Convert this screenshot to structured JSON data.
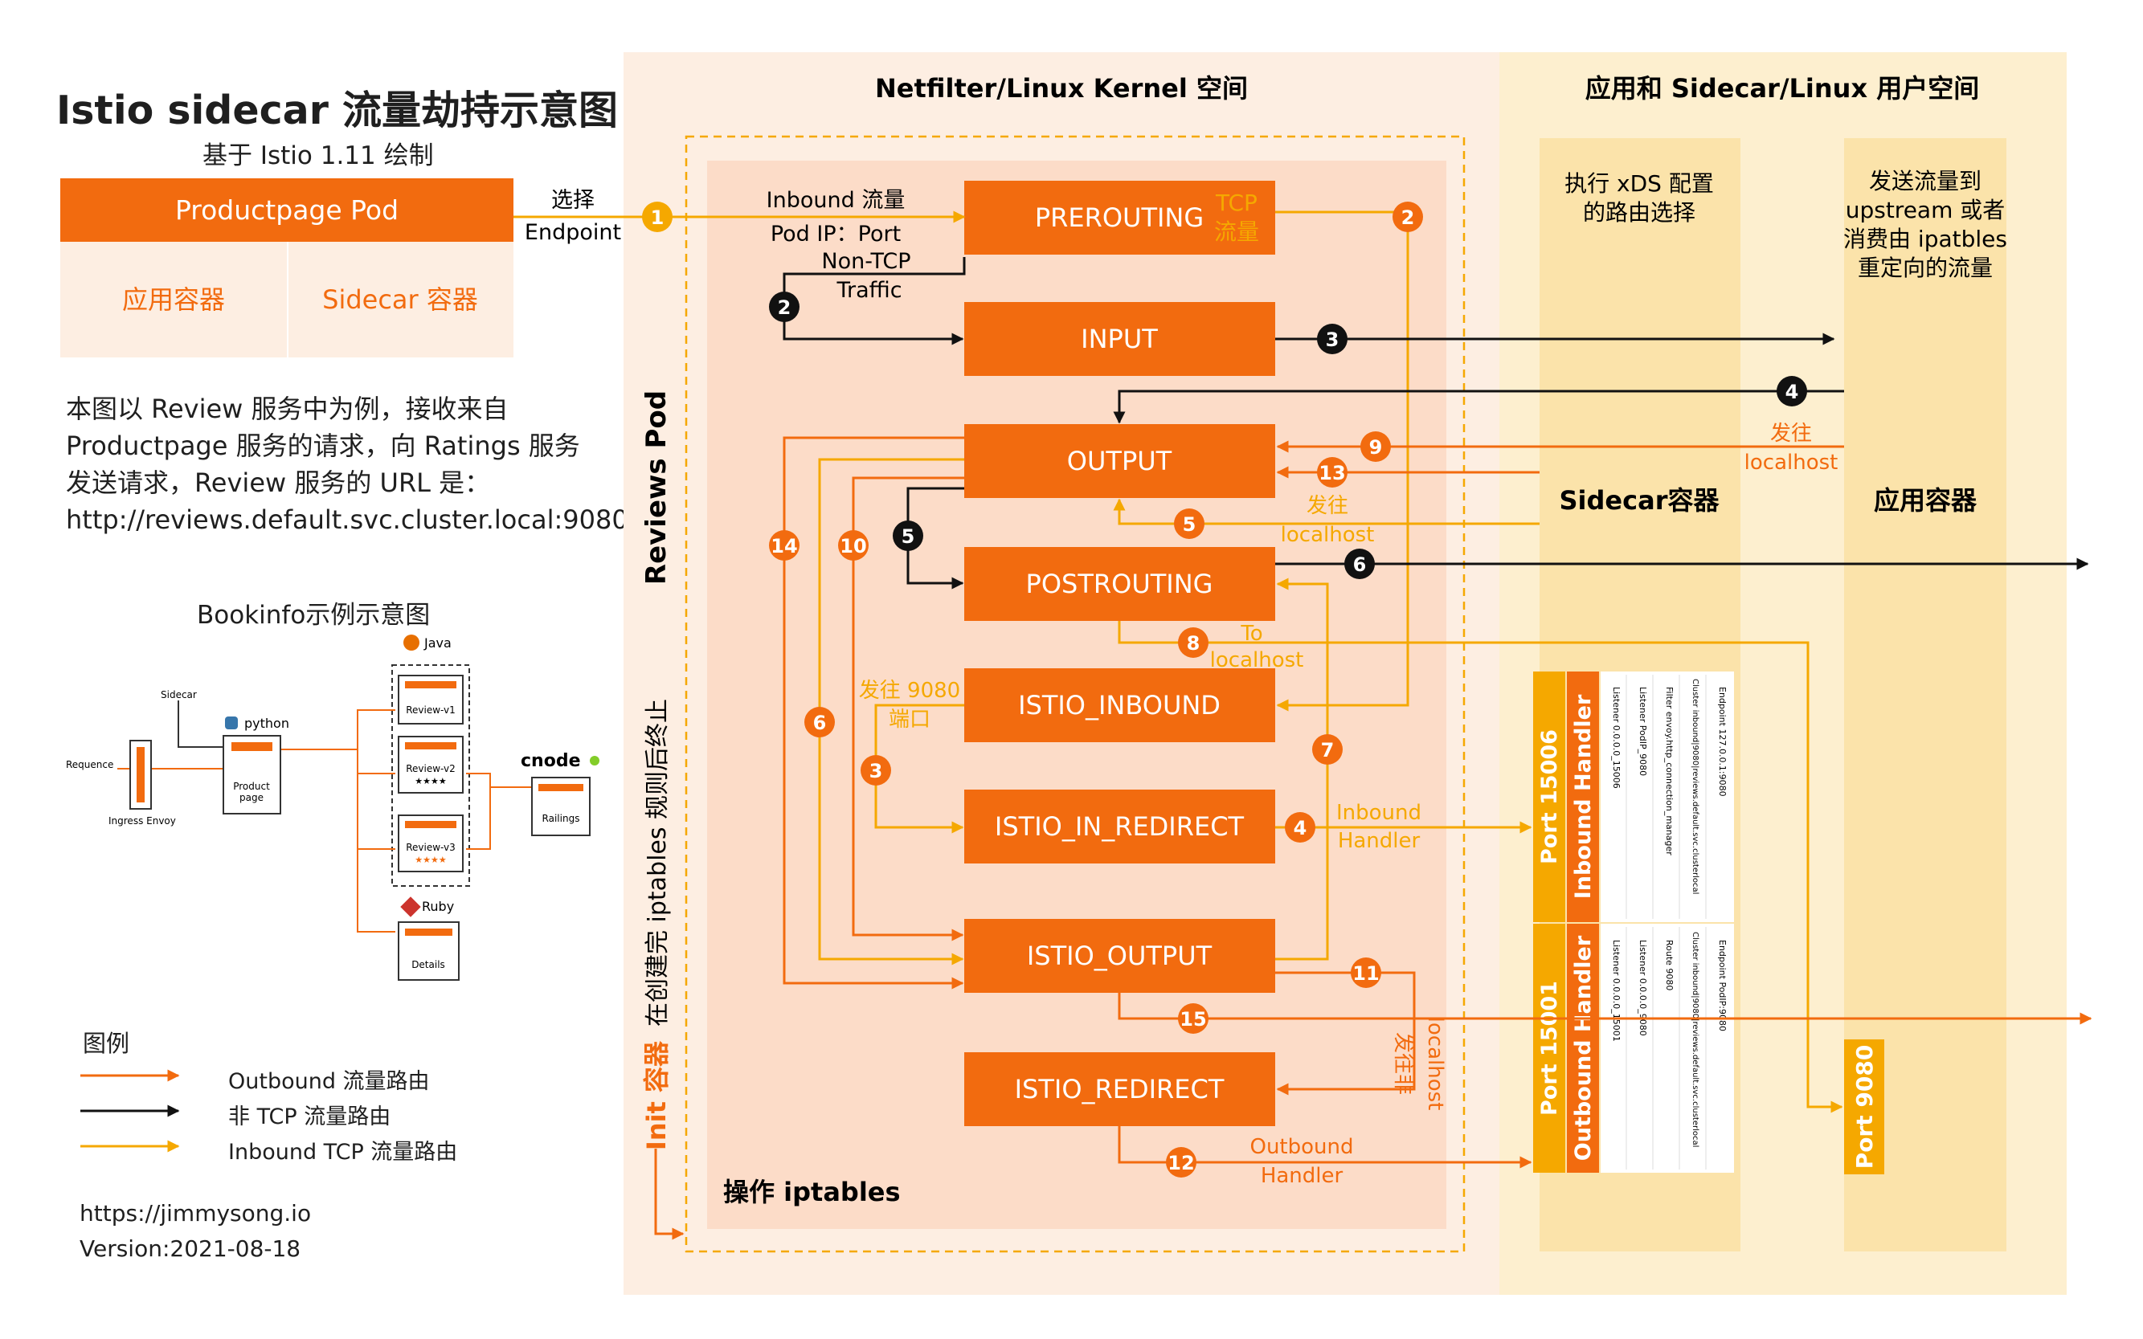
{
  "title": "Istio sidecar 流量劫持示意图",
  "subtitle": "基于 Istio 1.11 绘制",
  "productpage": {
    "pod_label": "Productpage Pod",
    "app_container": "应用容器",
    "sidecar_container": "Sidecar 容器",
    "select_endpoint": [
      "选择",
      "Endpoint"
    ]
  },
  "intro_lines": [
    "本图以 Review 服务中为例，接收来自",
    "Productpage 服务的请求，向 Ratings 服务",
    "发送请求，Review 服务的 URL 是：",
    "http://reviews.default.svc.cluster.local:9080/"
  ],
  "bookinfo": {
    "title": "Bookinfo示例示意图",
    "labels": {
      "requence": "Requence",
      "ingress": "Ingress Envoy",
      "sidecar": "Sidecar",
      "python": "python",
      "productpage": [
        "Product",
        "page"
      ],
      "java": "Java",
      "ruby": "Ruby",
      "review_v1": "Review-v1",
      "review_v2": "Review-v2",
      "review_v3": "Review-v3",
      "details": "Details",
      "node": "cnode",
      "ratings": "Railings",
      "stars": "★★★★"
    }
  },
  "legend": {
    "title": "图例",
    "items": [
      {
        "label": "Outbound 流量路由",
        "color": "#f26b0f"
      },
      {
        "label": "非 TCP 流量路由",
        "color": "#111111"
      },
      {
        "label": "Inbound TCP 流量路由",
        "color": "#f5a800"
      }
    ]
  },
  "footer": {
    "url": "https://jimmysong.io",
    "version": "Version:2021-08-18"
  },
  "kernel": {
    "header": "Netfilter/Linux Kernel 空间",
    "reviews_pod": "Reviews Pod",
    "init_label_a": "在创建完 iptables 规则后终止",
    "init_label_b": "Init 容器",
    "operate": "操作 iptables",
    "chains": [
      "PREROUTING",
      "INPUT",
      "OUTPUT",
      "POSTROUTING",
      "ISTIO_INBOUND",
      "ISTIO_IN_REDIRECT",
      "ISTIO_OUTPUT",
      "ISTIO_REDIRECT"
    ],
    "tcp_flow": [
      "TCP",
      "流量"
    ]
  },
  "user_space": {
    "header": "应用和 Sidecar/Linux 用户空间",
    "xds": [
      "执行 xDS 配置",
      "的路由选择"
    ],
    "send": [
      "发送流量到",
      "upstream 或者",
      "消费由 ipatbles",
      "重定向的流量"
    ],
    "sidecar_label": "Sidecar容器",
    "app_label": "应用容器",
    "port_15006": "Port 15006",
    "inbound_handler": "Inbound Handler",
    "port_15001": "Port 15001",
    "outbound_handler": "Outbound Handler",
    "port_9080": "Port 9080",
    "inbound_details": [
      "Listener 0.0.0.0_15006",
      "Listener PodIP_9080",
      "Filter envoy.http_connection_manager",
      "Cluster inbound|9080|reviews.default.svc.clusterlocal",
      "Endpoint 127.0.0.1:9080"
    ],
    "outbound_details": [
      "Listener 0.0.0.0_15001",
      "Listener 0.0.0.0_9080",
      "Route 9080",
      "Cluster inbound|9080|reviews.default.svc.clusterlocal",
      "Endpoint PodIP:9080"
    ]
  },
  "flow_labels": {
    "inbound_flow": "Inbound 流量",
    "pod_ip_port": "Pod IP：Port",
    "non_tcp": [
      "Non-TCP",
      "Traffic"
    ],
    "send_localhost_5": [
      "发往",
      "localhost"
    ],
    "send_localhost_9": [
      "发往",
      "localhost"
    ],
    "to_localhost": [
      "To",
      "localhost"
    ],
    "send_9080": [
      "发往 9080",
      "端口"
    ],
    "inbound_handler": [
      "Inbound",
      "Handler"
    ],
    "outbound_handler": [
      "Outbound",
      "Handler"
    ],
    "not_localhost": [
      "发往非",
      "localhost"
    ]
  },
  "steps": [
    "1",
    "2",
    "3",
    "4",
    "5",
    "6",
    "7",
    "8",
    "9",
    "10",
    "11",
    "12",
    "13",
    "14",
    "15"
  ]
}
